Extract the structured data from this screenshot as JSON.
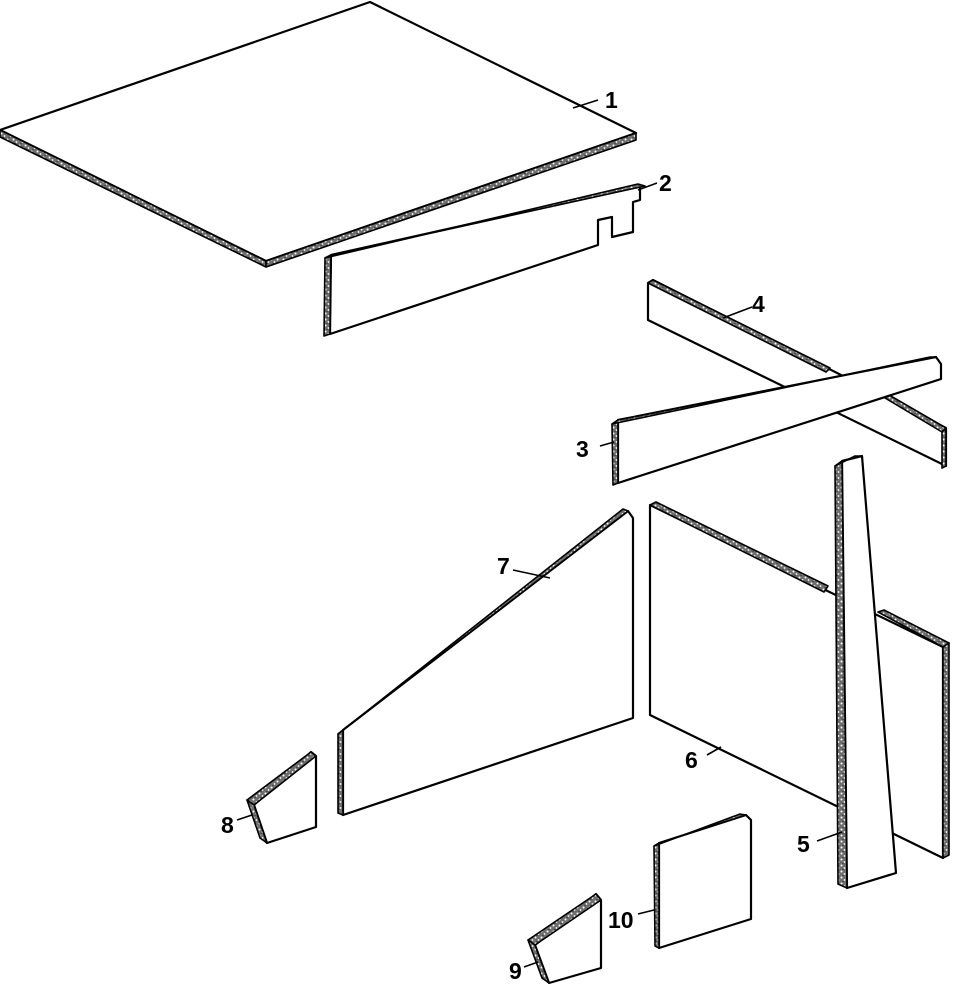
{
  "diagram": {
    "colors": {
      "line": "#000000",
      "face": "#ffffff",
      "edge_fill": "#6e6e6e"
    },
    "callouts": [
      "1",
      "2",
      "3",
      "4",
      "5",
      "6",
      "7",
      "8",
      "9",
      "10"
    ]
  }
}
